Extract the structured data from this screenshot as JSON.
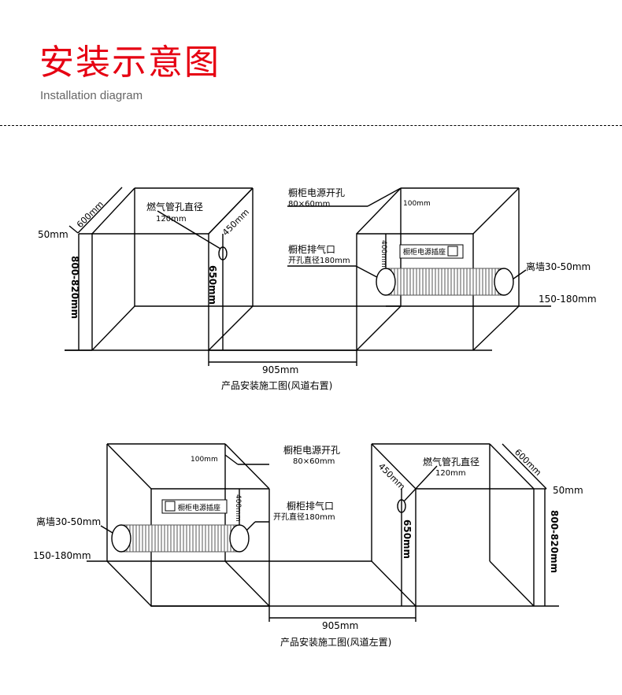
{
  "header": {
    "title": "安装示意图",
    "subtitle": "Installation diagram",
    "title_color": "#e60012"
  },
  "diagram_right": {
    "caption": "产品安装施工图(风道右置)",
    "width_905": "905mm",
    "depth_600": "600mm",
    "offset_50": "50mm",
    "height_800_820": "800-820mm",
    "gas_hole_title": "燃气管孔直径",
    "gas_hole_size": "120mm",
    "gas_450": "450mm",
    "gas_650": "650mm",
    "power_hole_title": "橱柜电源开孔",
    "power_hole_size": "80×60mm",
    "power_100": "100mm",
    "exhaust_title": "橱柜排气口",
    "exhaust_size": "开孔直径180mm",
    "exhaust_400": "400mm",
    "socket_label": "橱柜电源插座",
    "wall_gap": "离墙30-50mm",
    "duct_height": "150-180mm"
  },
  "diagram_left": {
    "caption": "产品安装施工图(风道左置)",
    "width_905": "905mm",
    "depth_600": "600mm",
    "offset_50": "50mm",
    "height_800_820": "800-820mm",
    "gas_hole_title": "燃气管孔直径",
    "gas_hole_size": "120mm",
    "gas_450": "450mm",
    "gas_650": "650mm",
    "power_hole_title": "橱柜电源开孔",
    "power_hole_size": "80×60mm",
    "power_100": "100mm",
    "exhaust_title": "橱柜排气口",
    "exhaust_size": "开孔直径180mm",
    "exhaust_400": "400mm",
    "socket_label": "橱柜电源插座",
    "wall_gap": "离墙30-50mm",
    "duct_height": "150-180mm"
  }
}
